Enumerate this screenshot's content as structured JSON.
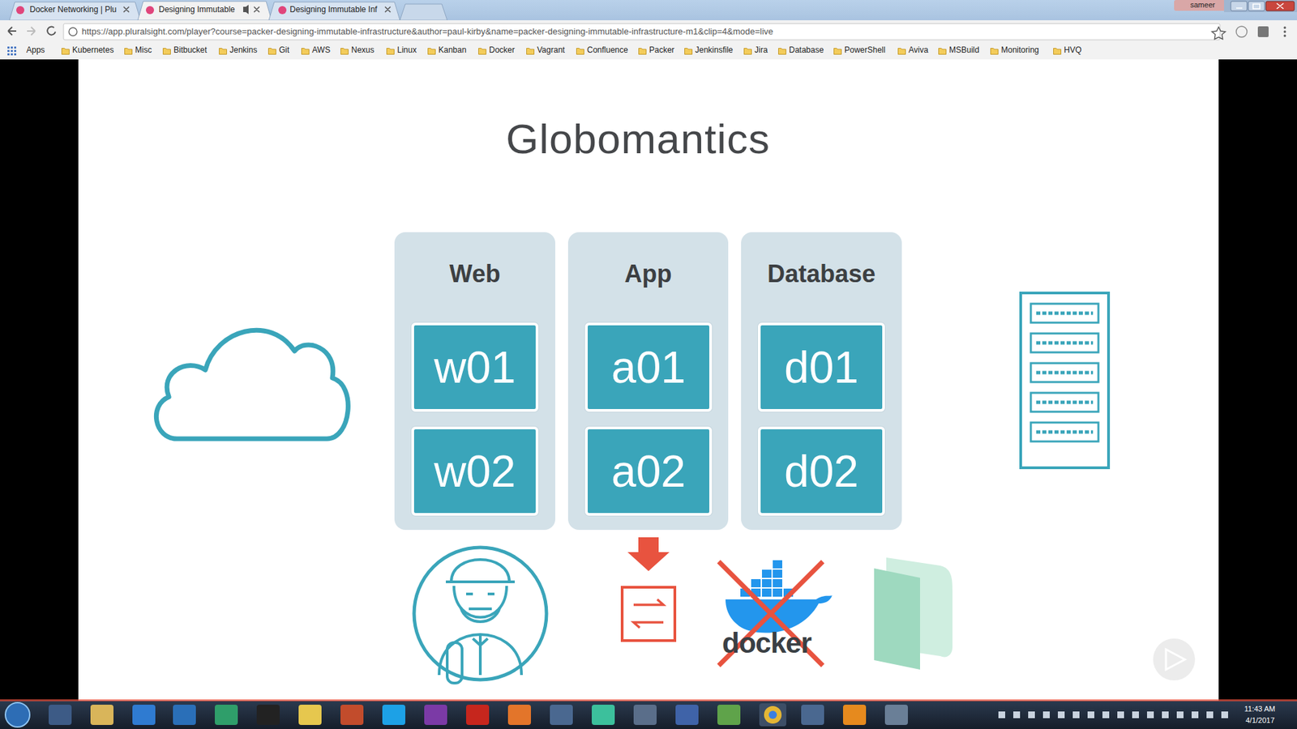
{
  "diagram": {
    "title": "Globomantics",
    "nodes": [
      {
        "text": [
          "Web"
        ]
      },
      {
        "text": [
          "w01"
        ],
        "in": 0
      },
      {
        "text": [
          "w02"
        ],
        "in": 0
      },
      {
        "text": [
          "App"
        ]
      },
      {
        "text": [
          "a01"
        ],
        "in": 3
      },
      {
        "text": [
          "a02"
        ],
        "in": 3
      },
      {
        "text": [
          "Database"
        ]
      },
      {
        "text": [
          "d01"
        ],
        "in": 6
      },
      {
        "text": [
          "d02"
        ],
        "in": 6
      }
    ],
    "labels": [
      "Docker Networking | Plu",
      "Designing Immutable",
      "Designing Immutable Inf",
      "sameer",
      "https://app.pluralsight.com/player?course=packer-designing-immutable-infrastructure&author=paul-kirby&name=packer-designing-immutable-infrastructure-m1&clip=4&mode=live",
      "Apps",
      "Kubernetes",
      "Misc",
      "Bitbucket",
      "Jenkins",
      "Git",
      "AWS",
      "Nexus",
      "Linux",
      "Kanban",
      "Docker",
      "Vagrant",
      "Confluence",
      "Packer",
      "Jenkinsfile",
      "Jira",
      "Database",
      "PowerShell",
      "Aviva",
      "MSBuild",
      "Monitoring",
      "HVQ",
      "docker",
      "11:43 AM",
      "4/1/2017"
    ]
  }
}
